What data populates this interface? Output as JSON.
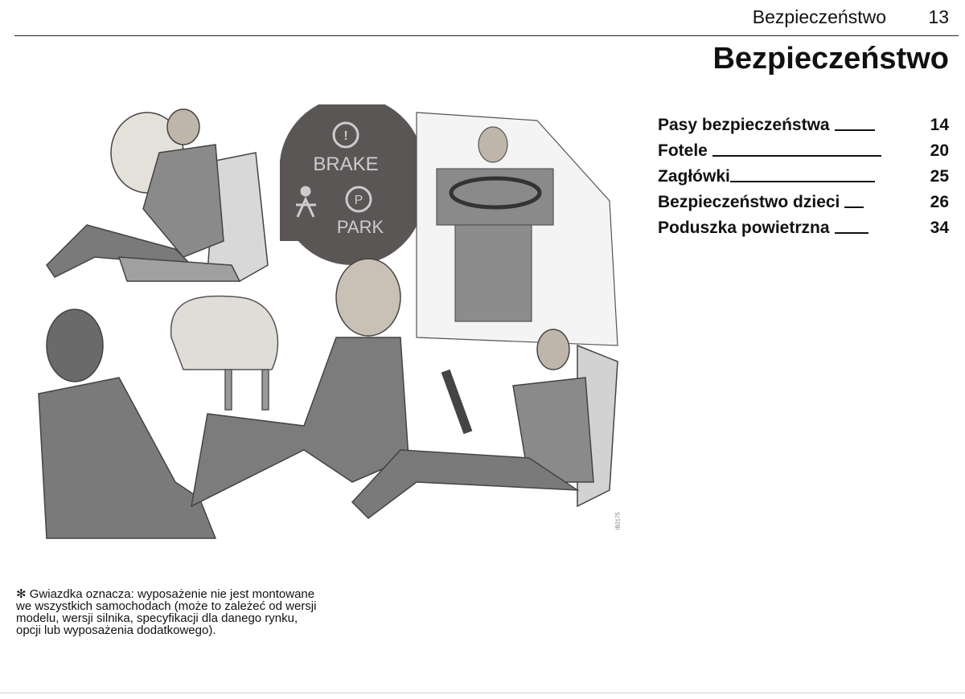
{
  "header": {
    "section": "Bezpieczeństwo",
    "page_number": "13"
  },
  "page_title": "Bezpieczeństwo",
  "toc": [
    {
      "label": "Pasy bezpieczeństwa",
      "page": "14"
    },
    {
      "label": "Fotele",
      "page": "20"
    },
    {
      "label": "Zagłówki",
      "page": "25"
    },
    {
      "label": "Bezpieczeństwo dzieci",
      "page": "26"
    },
    {
      "label": "Poduszka powietrzna",
      "page": "34"
    }
  ],
  "illustration": {
    "brake_label": "BRAKE",
    "park_label": "PARK",
    "park_symbol": "P",
    "brake_symbol": "!",
    "code": "IB2175"
  },
  "note": {
    "symbol": "✻",
    "text": "Gwiazdka oznacza: wyposażenie nie jest montowane we wszystkich samochodach (może to zależeć od wersji modelu, wersji silnika, specyfikacji dla danego rynku, opcji lub wyposażenia dodatkowego)."
  }
}
